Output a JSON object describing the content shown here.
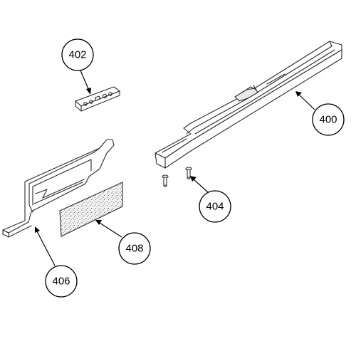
{
  "callouts": {
    "c400": "400",
    "c402": "402",
    "c404": "404",
    "c406": "406",
    "c408": "408"
  },
  "parts": [
    {
      "id": "400",
      "name": "rail"
    },
    {
      "id": "402",
      "name": "small plate"
    },
    {
      "id": "404",
      "name": "screws"
    },
    {
      "id": "406",
      "name": "bracket plate"
    },
    {
      "id": "408",
      "name": "foam pad"
    }
  ]
}
